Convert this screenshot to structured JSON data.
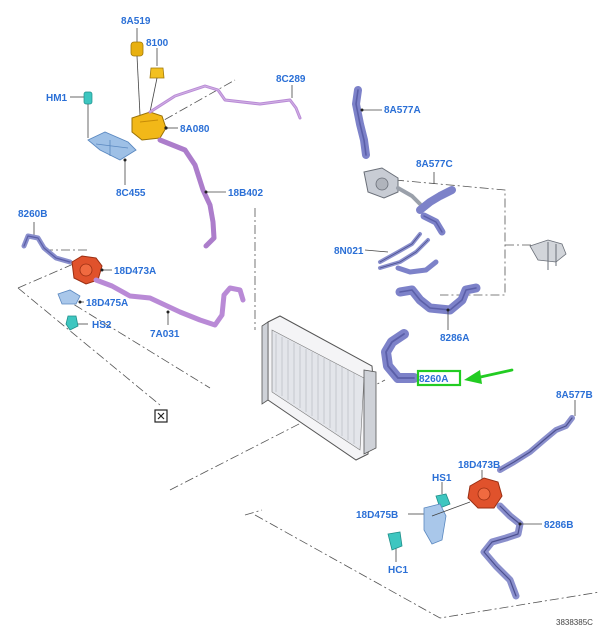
{
  "labels": {
    "p_8A519": "8A519",
    "p_8100": "8100",
    "p_8C289": "8C289",
    "p_HM1": "HM1",
    "p_8A080": "8A080",
    "p_8C455": "8C455",
    "p_18B402": "18B402",
    "p_8A577A": "8A577A",
    "p_8A577C": "8A577C",
    "p_8260B": "8260B",
    "p_8N021": "8N021",
    "p_18D473A": "18D473A",
    "p_18D475A": "18D475A",
    "p_HS2": "HS2",
    "p_7A031": "7A031",
    "p_8286A": "8286A",
    "p_8260A": "8260A",
    "p_8A577B": "8A577B",
    "p_18D473B": "18D473B",
    "p_HS1": "HS1",
    "p_18D475B": "18D475B",
    "p_8286B": "8286B",
    "p_HC1": "HC1"
  },
  "footer": {
    "code": "3838385C"
  },
  "colors": {
    "label": "#2a6fd6",
    "highlight_box": "#22cc22",
    "arrow": "#22cc22",
    "hose": "#7d82c9",
    "hose_dark": "#5b5fa8",
    "tube_purple": "#b98ad6",
    "reservoir": "#f2b818",
    "pump": "#e2502a",
    "sensor": "#40c4c8",
    "bracket": "#7fa8d8"
  },
  "icons": [
    "reference-box-icon",
    "arrow-pointer-icon"
  ]
}
